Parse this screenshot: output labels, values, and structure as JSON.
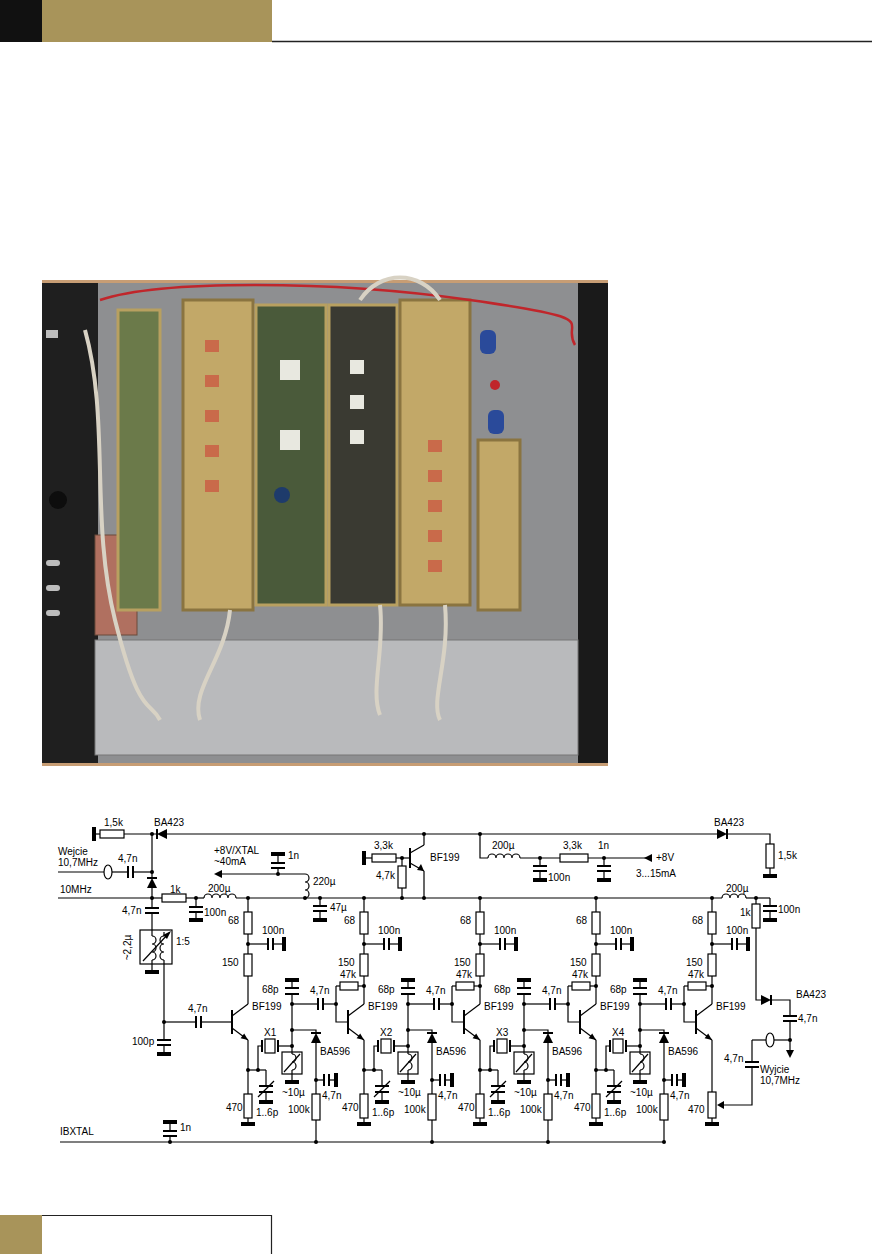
{
  "diagram": {
    "labels": [
      "1,5k",
      "BA423",
      "Wejcie 10,7MHz",
      "4,7n",
      "10MHz",
      "1k",
      "200µ",
      "100n",
      "4,7n",
      "~2,2µ",
      "1:5",
      "100p",
      "4,7n",
      "+8V/XTAL ~40mA",
      "1n",
      "220µ",
      "47µ",
      "3,3k",
      "4,7k",
      "BF199",
      "200µ",
      "100n",
      "3,3k",
      "1n",
      "+8V",
      "3...15mA",
      "BA423",
      "1,5k",
      "68",
      "100n",
      "150",
      "BF199",
      "68",
      "100n",
      "150",
      "BF199",
      "68",
      "100n",
      "150",
      "BF199",
      "68",
      "100n",
      "150",
      "BF199",
      "68",
      "100n",
      "150",
      "BF199",
      "68p",
      "4,7n",
      "47k",
      "X1",
      "BA596",
      "4,7n",
      "~10µ",
      "1..6p",
      "470",
      "100k",
      "68p",
      "4,7n",
      "47k",
      "X2",
      "BA596",
      "4,7n",
      "~10µ",
      "1..6p",
      "470",
      "100k",
      "68p",
      "4,7n",
      "47k",
      "X3",
      "BA596",
      "4,7n",
      "~10µ",
      "1..6p",
      "470",
      "100k",
      "68p",
      "4,7n",
      "47k",
      "X4",
      "BA596",
      "4,7n",
      "~10µ",
      "1..6p",
      "470",
      "100k",
      "1k",
      "200µ",
      "100n",
      "BA423",
      "4,7n",
      "4,7n",
      "470",
      "Wyjcie 10,7MHz",
      "IBXTAL",
      "1n"
    ]
  }
}
